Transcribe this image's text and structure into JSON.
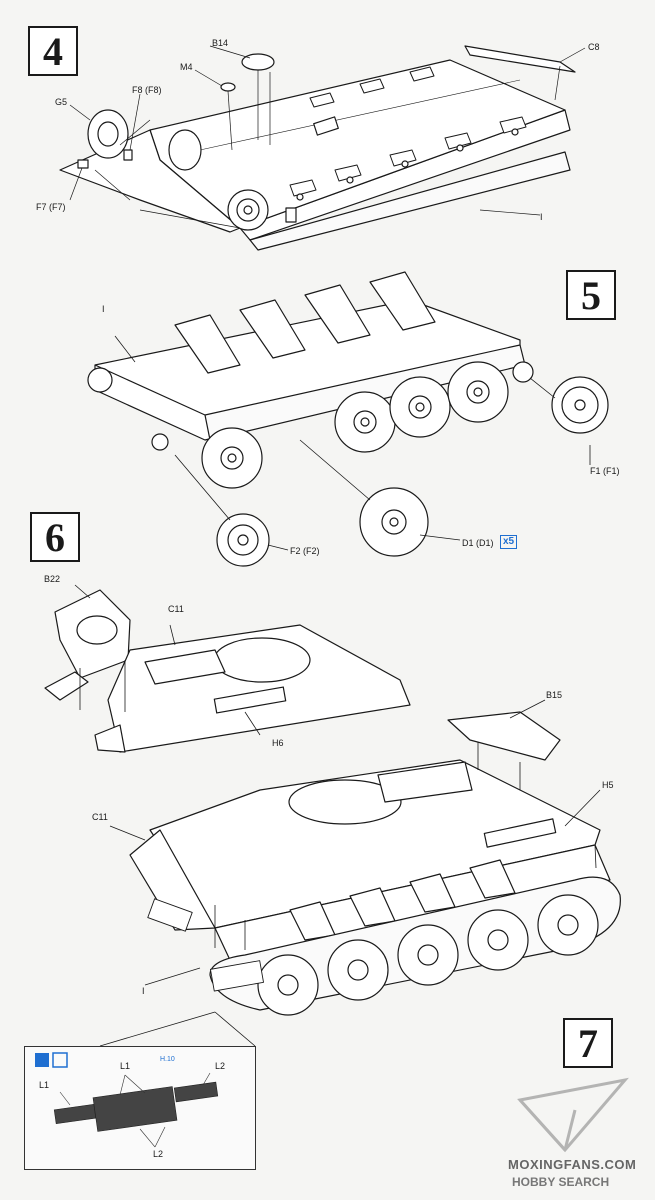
{
  "steps": {
    "s4": "4",
    "s5": "5",
    "s6": "6",
    "s7": "7"
  },
  "labels": {
    "b14": "B14",
    "m4": "M4",
    "c8": "C8",
    "g5": "G5",
    "f8": "F8 (F8)",
    "f7": "F7 (F7)",
    "i_step4": "I",
    "i_step5": "I",
    "f1": "F1 (F1)",
    "f2": "F2 (F2)",
    "d1": "D1 (D1)",
    "b22": "B22",
    "c11_top": "C11",
    "h6": "H6",
    "b15": "B15",
    "h5": "H5",
    "c11_bottom": "C11",
    "i_step7": "I",
    "l1_a": "L1",
    "l1_b": "L1",
    "l2_a": "L2",
    "l2_b": "L2",
    "inset_code": "H.10"
  },
  "quantity": "x5",
  "watermark": {
    "site": "MOXINGFANS.COM",
    "brand": "HOBBY SEARCH"
  },
  "colors": {
    "accent_blue": "#1f6fd1"
  }
}
